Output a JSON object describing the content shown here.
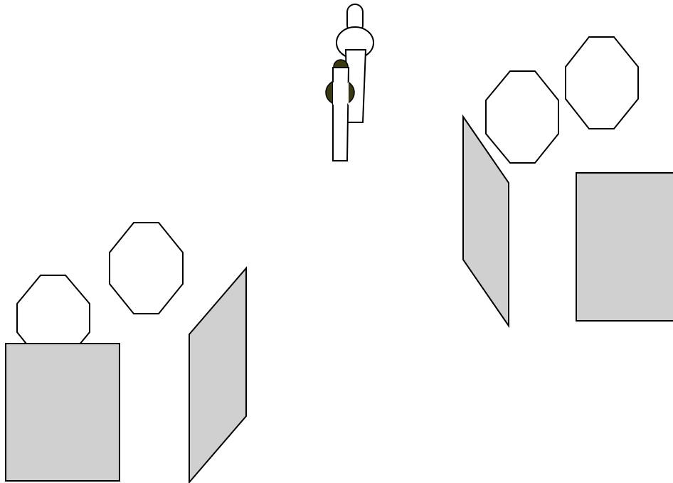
{
  "colors": {
    "background": "#ffffff",
    "stroke": "#000000",
    "panel_fill": "#d0d0d0",
    "octagon_fill": "#ffffff",
    "figure_fill": "#ffffff",
    "accent_dark": "#3b3a12"
  },
  "scene": {
    "figures": [
      {
        "name": "person-figure-back",
        "icon": "person-icon"
      },
      {
        "name": "person-figure-front",
        "icon": "person-icon"
      }
    ],
    "groups": [
      {
        "name": "left-group",
        "octagons": [
          "octagon-left-1",
          "octagon-left-2"
        ],
        "panels": [
          "panel-left-square",
          "panel-left-slanted"
        ]
      },
      {
        "name": "right-group",
        "octagons": [
          "octagon-right-1",
          "octagon-right-2"
        ],
        "panels": [
          "panel-right-square",
          "panel-right-slanted"
        ]
      }
    ]
  }
}
